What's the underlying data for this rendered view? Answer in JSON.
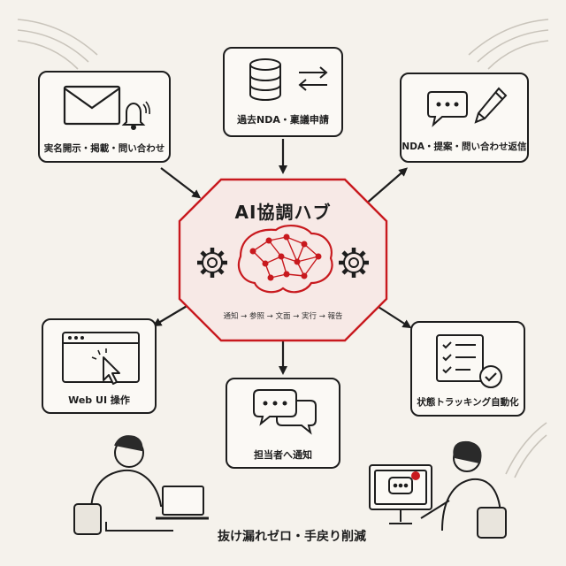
{
  "hub": {
    "title": "AI協調ハブ",
    "flow": "通知 → 参照 → 文面 → 実行 → 報告",
    "accent_color": "#c8191e"
  },
  "nodes": {
    "disclosure": {
      "label": "実名開示・掲載・問い合わせ",
      "icons": [
        "envelope-icon",
        "bell-icon"
      ]
    },
    "database": {
      "label": "過去NDA・稟議申請",
      "icons": [
        "database-icon",
        "sync-arrows-icon"
      ]
    },
    "reply": {
      "label": "NDA・提案・問い合わせ返信",
      "icons": [
        "chat-bubble-icon",
        "pencil-icon"
      ]
    },
    "webui": {
      "label": "Web UI 操作",
      "icons": [
        "browser-window-icon",
        "cursor-icon"
      ]
    },
    "notify": {
      "label": "担当者へ通知",
      "icons": [
        "chat-bubbles-icon"
      ]
    },
    "tracking": {
      "label": "状態トラッキング自動化",
      "icons": [
        "checklist-icon",
        "check-badge-icon"
      ]
    }
  },
  "tagline": "抜け漏れゼロ・手戻り削減"
}
